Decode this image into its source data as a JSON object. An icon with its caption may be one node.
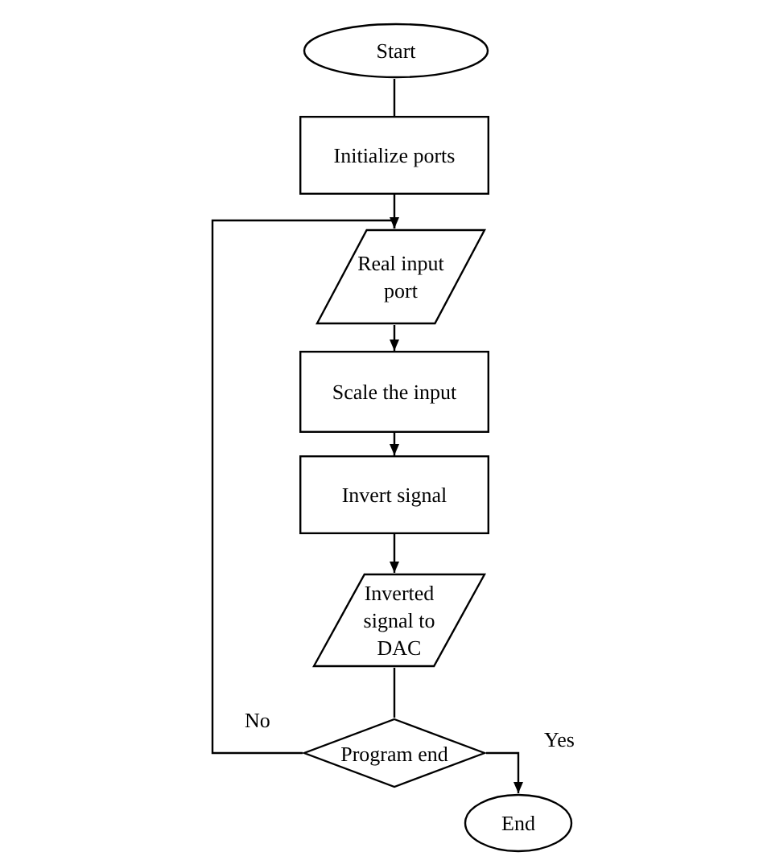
{
  "diagram": {
    "nodes": [
      {
        "text": [
          "Start"
        ]
      },
      {
        "text": [
          "Initialize ports"
        ]
      },
      {
        "text": [
          "Real input port"
        ]
      },
      {
        "text": [
          "Scale the input"
        ]
      },
      {
        "text": [
          "Invert signal"
        ]
      },
      {
        "text": [
          "Inverted signal to DAC"
        ]
      },
      {
        "text": [
          "Program end"
        ]
      },
      {
        "text": [
          "End"
        ]
      }
    ],
    "edges": [
      {
        "from": 0,
        "to": 1,
        "arrow": "none"
      },
      {
        "from": 1,
        "to": 2,
        "arrow": "none"
      },
      {
        "from": 2,
        "to": 3,
        "arrow": "to"
      },
      {
        "from": 3,
        "to": 4,
        "arrow": "to"
      },
      {
        "from": 4,
        "to": 5,
        "arrow": "to"
      },
      {
        "from": 5,
        "to": 6,
        "arrow": "none"
      },
      {
        "from": 6,
        "to": 7,
        "arrow": "to",
        "label": "Yes"
      },
      {
        "from": 6,
        "to": 2,
        "arrow": "to",
        "label": "No"
      }
    ]
  }
}
